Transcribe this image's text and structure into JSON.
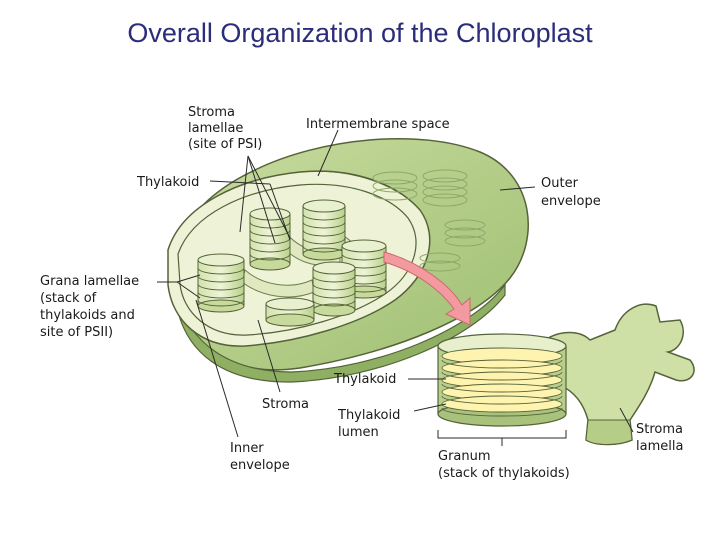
{
  "title": "Overall Organization of the Chloroplast",
  "colors": {
    "title": "#2b2d7a",
    "membrane_green": "#a9c97a",
    "stroma_fill": "#e8efcb",
    "outline": "#55633a",
    "arrow_pink": "#f39aa0"
  },
  "labels": {
    "stroma_lamellae": [
      "Stroma",
      "lamellae",
      "(site of PSI)"
    ],
    "intermembrane_space": "Intermembrane space",
    "thylakoid_top": "Thylakoid",
    "outer_envelope": [
      "Outer",
      "envelope"
    ],
    "grana_lamellae": [
      "Grana lamellae",
      "(stack of",
      "thylakoids and",
      "site of PSII)"
    ],
    "thylakoid_detail": "Thylakoid",
    "stroma": "Stroma",
    "thylakoid_lumen": [
      "Thylakoid",
      "lumen"
    ],
    "inner_envelope": [
      "Inner",
      "envelope"
    ],
    "granum": [
      "Granum",
      "(stack of thylakoids)"
    ],
    "stroma_lamella": [
      "Stroma",
      "lamella"
    ]
  }
}
